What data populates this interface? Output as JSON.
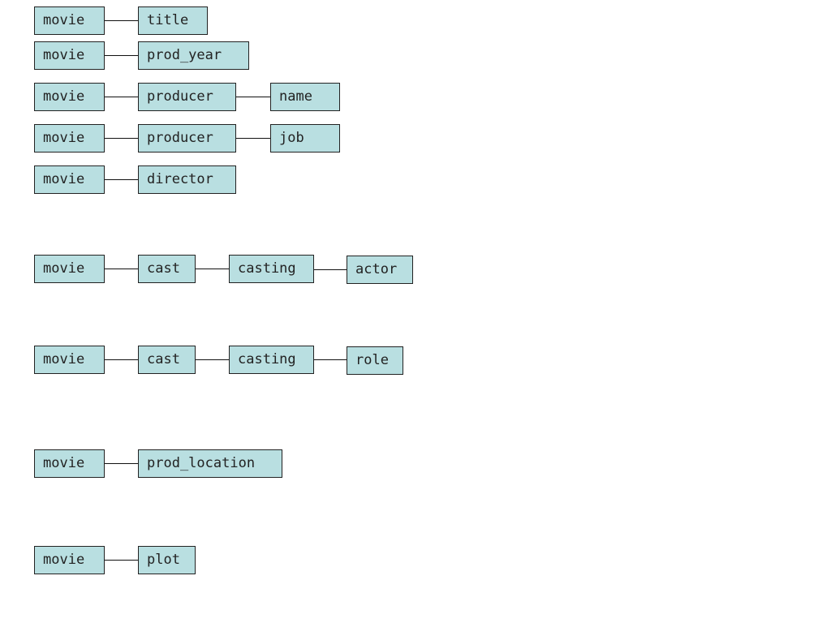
{
  "paths": [
    {
      "nodes": [
        "movie",
        "title"
      ]
    },
    {
      "nodes": [
        "movie",
        "prod_year"
      ]
    },
    {
      "nodes": [
        "movie",
        "producer",
        "name"
      ]
    },
    {
      "nodes": [
        "movie",
        "producer",
        "job"
      ]
    },
    {
      "nodes": [
        "movie",
        "director"
      ]
    },
    {
      "nodes": [
        "movie",
        "cast",
        "casting",
        "actor"
      ]
    },
    {
      "nodes": [
        "movie",
        "cast",
        "casting",
        "role"
      ]
    },
    {
      "nodes": [
        "movie",
        "prod_location"
      ]
    },
    {
      "nodes": [
        "movie",
        "plot"
      ]
    }
  ],
  "colors": {
    "node_fill": "#b9dfe1",
    "node_border": "#222222",
    "edge": "#111111",
    "text": "#222222"
  }
}
